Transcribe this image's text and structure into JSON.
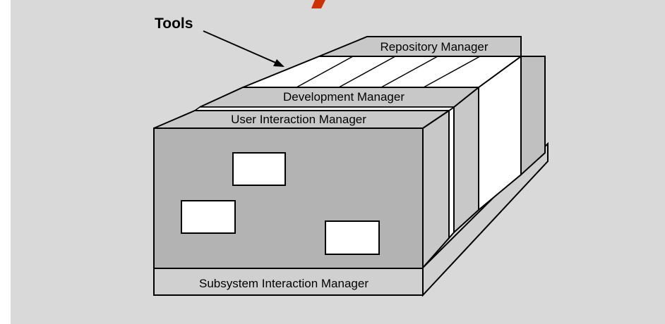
{
  "labels": {
    "tools": "Tools",
    "repository_manager": "Repository Manager",
    "development_manager": "Development Manager",
    "user_interaction_manager": "User Interaction Manager",
    "subsystem_interaction_manager": "Subsystem Interaction Manager"
  },
  "colors": {
    "panel_background": "#d9d9d9",
    "box_face": "#b3b3b3",
    "white_panel": "#ffffff",
    "outline": "#000000",
    "accent_mark": "#cc3300"
  }
}
